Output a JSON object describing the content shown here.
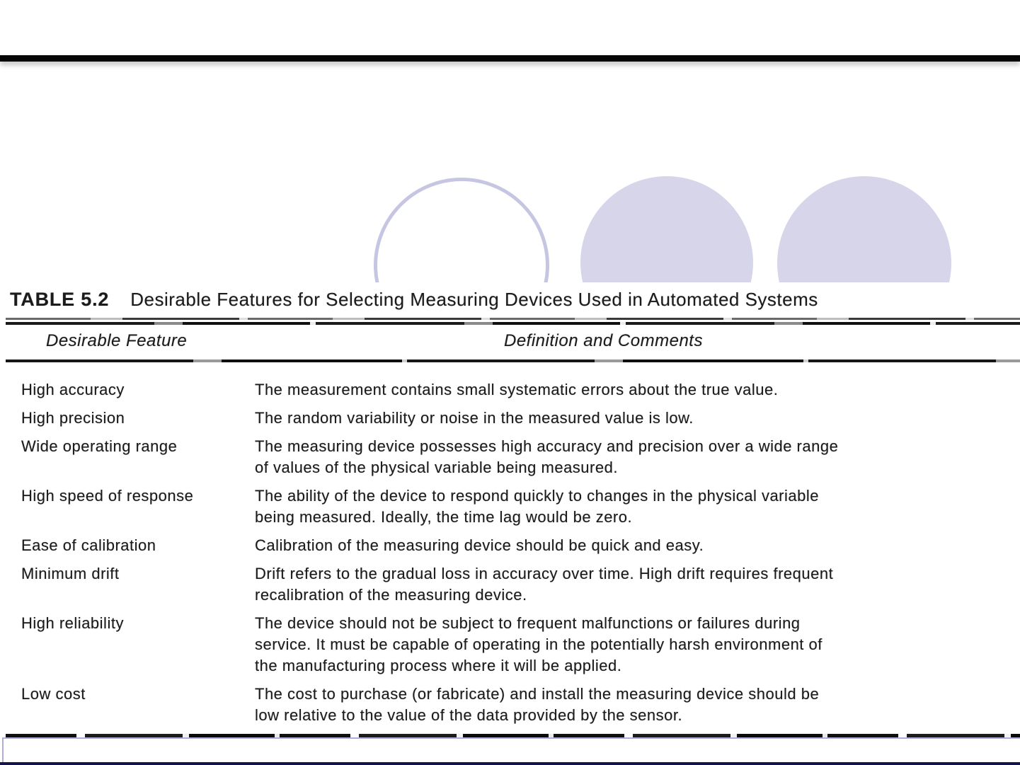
{
  "slide": {
    "table_label": "TABLE 5.2",
    "table_title": "Desirable Features for Selecting Measuring Devices Used in Automated Systems"
  },
  "table": {
    "columns": {
      "feature": "Desirable Feature",
      "definition": "Definition and Comments"
    },
    "rows": [
      {
        "feature": "High accuracy",
        "definition": "The measurement contains small systematic errors about the true value."
      },
      {
        "feature": "High precision",
        "definition": "The random variability or noise in the measured value is low."
      },
      {
        "feature": "Wide operating range",
        "definition": "The measuring device possesses high accuracy and precision over a wide range\nof values of the physical variable being measured."
      },
      {
        "feature": "High speed of response",
        "definition": "The ability of the device to respond quickly to changes in the physical variable\nbeing measured. Ideally, the time lag would be zero."
      },
      {
        "feature": "Ease of calibration",
        "definition": "Calibration of the measuring device should be quick and easy."
      },
      {
        "feature": "Minimum drift",
        "definition": "Drift refers to the gradual loss in accuracy over time. High drift requires frequent\nrecalibration of the measuring device."
      },
      {
        "feature": "High reliability",
        "definition": "The device should not be subject to frequent malfunctions or failures during\nservice. It must be capable of operating in the potentially harsh environment of\nthe manufacturing process where it will be applied."
      },
      {
        "feature": "Low cost",
        "definition": "The cost to purchase (or fabricate) and install the measuring device should be\nlow relative to the value of the data provided by the sensor."
      }
    ]
  },
  "colors": {
    "circle_fill": "#d6d5ea",
    "circle_outline": "#c7c6e2",
    "top_bar": "#060606",
    "footer_border": "#aeadd9",
    "bottom_line": "#15154b",
    "text": "#1b1b1b"
  }
}
